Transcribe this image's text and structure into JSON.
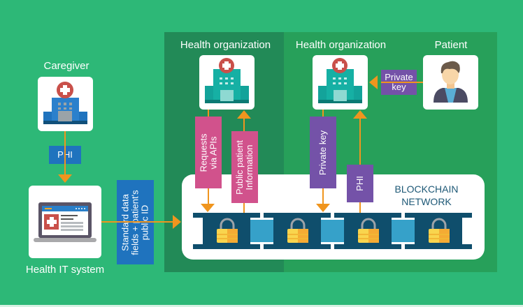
{
  "caregiver": {
    "label": "Caregiver",
    "icon": "hospital-icon"
  },
  "health_it": {
    "label": "Health IT system",
    "icon": "laptop-record-icon"
  },
  "org1": {
    "label": "Health organization",
    "icon": "hospital-icon"
  },
  "org2": {
    "label": "Health organization",
    "icon": "hospital-icon"
  },
  "patient": {
    "label": "Patient",
    "icon": "person-icon"
  },
  "tags": {
    "phi_caregiver": "PHI",
    "standard_data": [
      "Standard data",
      "fields + patient's",
      "public ID"
    ],
    "requests": [
      "Requests",
      "via APIs"
    ],
    "public_info": [
      "Public patient",
      "Information"
    ],
    "private_key_vertical": "Private key",
    "phi_vertical": "PHI",
    "private_key_patient": [
      "Private",
      "key"
    ]
  },
  "blockchain": {
    "title": [
      "BLOCKCHAIN",
      "NETWORK"
    ],
    "blocks": 4,
    "block_icon": "padlock-icon"
  },
  "colors": {
    "background": "#2db877",
    "panel_dark": "#228a57",
    "panel_light": "#27a05a",
    "arrow": "#f0951e",
    "tag_blue": "#1f73be",
    "tag_pink": "#d1528c",
    "tag_purple": "#7452a8",
    "chain": "#0f4e6c",
    "link": "#36a1c9"
  }
}
